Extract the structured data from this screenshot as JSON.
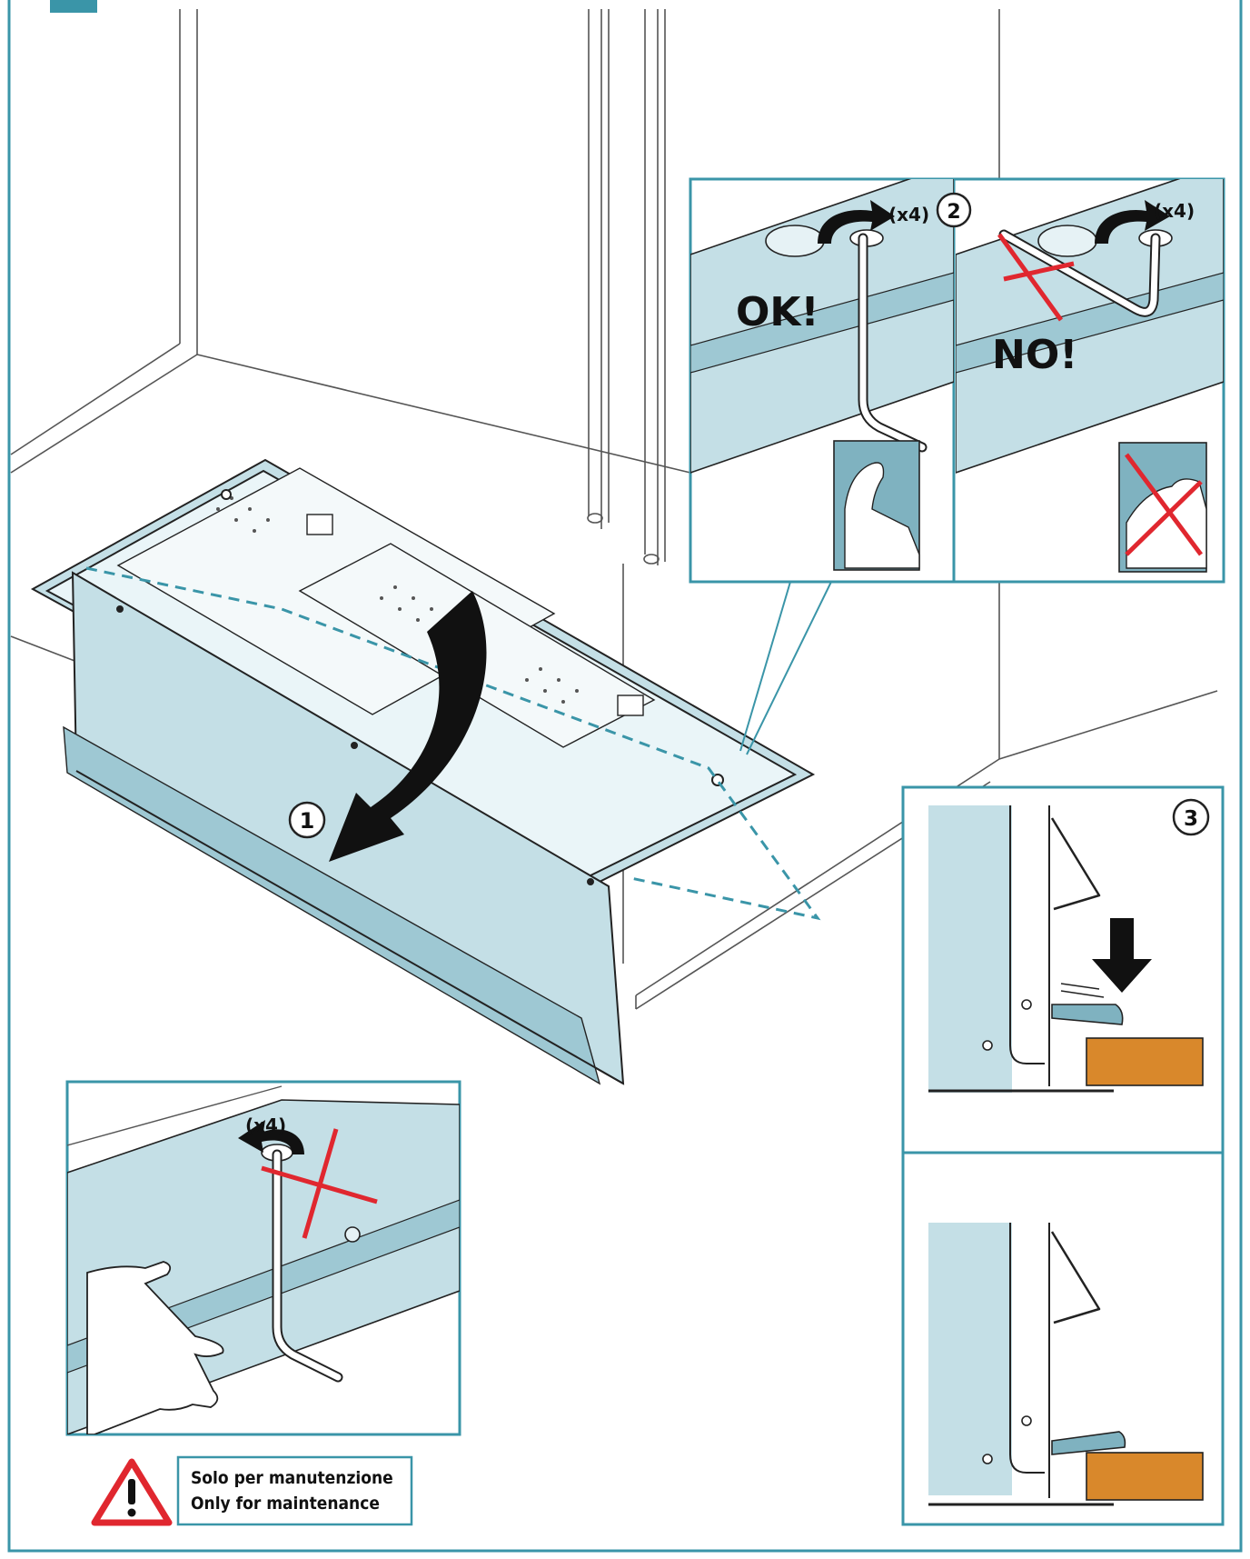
{
  "colors": {
    "frame": "#3a95a8",
    "panel_fill": "#c4dfe6",
    "panel_dark": "#7fb2c0",
    "panel_light": "#deeff3",
    "line": "#222222",
    "cross": "#e0272f",
    "arrow": "#111111",
    "wood": "#d9882b"
  },
  "step_badge": "",
  "steps": {
    "one": "1",
    "two": "2",
    "three": "3"
  },
  "panel_ok": {
    "count_label": "(x4)",
    "status_label": "OK!"
  },
  "panel_no": {
    "count_label": "(x4)",
    "status_label": "NO!"
  },
  "panel_maintenance": {
    "count_label": "(x4)"
  },
  "maintenance_note": {
    "line1": "Solo per manutenzione",
    "line2": "Only for maintenance",
    "icon": "warning-triangle-icon"
  }
}
